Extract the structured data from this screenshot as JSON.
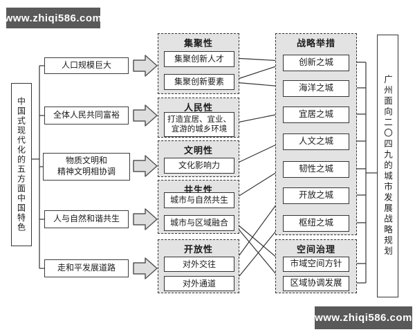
{
  "watermark": {
    "top_left": "www.zhiqi586.com",
    "bottom_right": "www.zhiqi586.com"
  },
  "left_title": "中国式现代化的五方面中国特色",
  "right_title": "广州面向二〇四九的城市发展战略规划",
  "left_items": [
    {
      "label": "人口规模巨大"
    },
    {
      "label": "全体人民共同富裕"
    },
    {
      "line1": "物质文明和",
      "line2": "精神文明相协调"
    },
    {
      "label": "人与自然和谐共生"
    },
    {
      "label": "走和平发展道路"
    }
  ],
  "middle_groups": [
    {
      "header": "集聚性",
      "items": [
        "集聚创新人才",
        "集聚创新要素"
      ]
    },
    {
      "header": "人民性",
      "item_line1": "打造宜居、宜业、",
      "item_line2": "宜游的城乡环境"
    },
    {
      "header": "文明性",
      "items": [
        "文化影响力"
      ]
    },
    {
      "header": "共生性",
      "items": [
        "城市与自然共生",
        "城市与区域融合"
      ]
    },
    {
      "header": "开放性",
      "items": [
        "对外交往",
        "对外通道"
      ]
    }
  ],
  "right_groups": [
    {
      "header": "战略举措",
      "items": [
        "创新之城",
        "海洋之城",
        "宜居之城",
        "人文之城",
        "韧性之城",
        "开放之城",
        "枢纽之城"
      ]
    },
    {
      "header": "空间治理",
      "items": [
        "市域空间方针",
        "区域协调发展"
      ]
    }
  ],
  "connections": [
    {
      "from": "集聚创新人才",
      "to": "创新之城"
    },
    {
      "from": "集聚创新要素",
      "to": "创新之城"
    },
    {
      "from": "集聚创新要素",
      "to": "海洋之城"
    },
    {
      "from": "打造宜居、宜业、宜游的城乡环境",
      "to": "宜居之城"
    },
    {
      "from": "文化影响力",
      "to": "人文之城"
    },
    {
      "from": "城市与自然共生",
      "to": "韧性之城"
    },
    {
      "from": "城市与区域融合",
      "to": "市域空间方针"
    },
    {
      "from": "城市与区域融合",
      "to": "区域协调发展"
    },
    {
      "from": "对外交往",
      "to": "开放之城"
    },
    {
      "from": "对外通道",
      "to": "枢纽之城"
    }
  ],
  "colors": {
    "banner_bg": "#595959",
    "banner_text": "#ffffff",
    "group_bg": "#e3e3e3",
    "box_border": "#333333",
    "line": "#333333",
    "arrow_fill": "#dedede"
  }
}
